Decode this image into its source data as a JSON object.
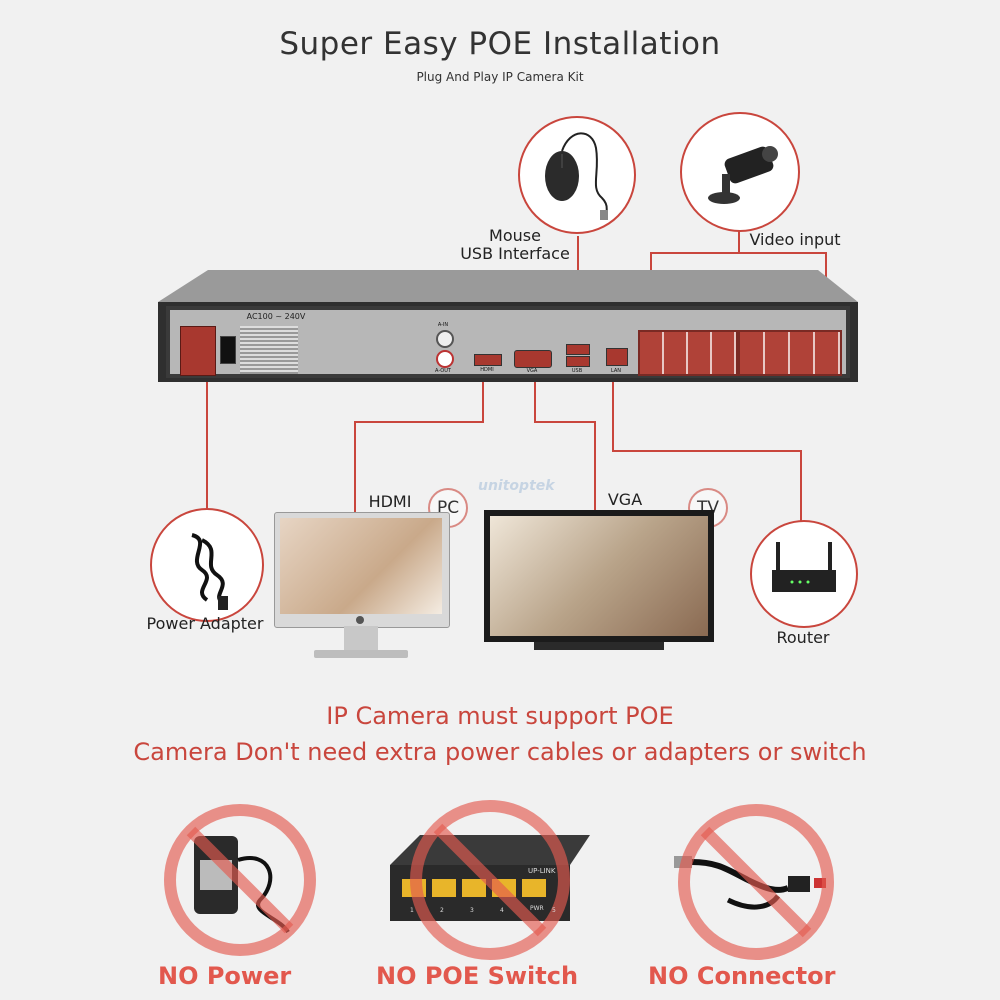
{
  "header": {
    "title": "Super Easy POE Installation",
    "subtitle": "Plug And Play IP Camera Kit"
  },
  "labels": {
    "mouse": "Mouse",
    "usb": "USB Interface",
    "video_input": "Video input",
    "hdmi": "HDMI",
    "vga": "VGA",
    "pc_badge": "PC",
    "tv_badge": "TV",
    "power_adapter": "Power Adapter",
    "router": "Router",
    "brand_watermark": "unitoptek"
  },
  "nvr_panel": {
    "power_rating": "AC100 ~ 240V",
    "audio_in": "A-IN",
    "audio_out": "A-OUT",
    "hdmi_port": "HDMI",
    "vga_port": "VGA",
    "usb_port": "USB",
    "lan_port": "LAN"
  },
  "notice": {
    "line1": "IP Camera must support POE",
    "line2": "Camera Don't need extra power cables or adapters or switch"
  },
  "no_items": {
    "power": "NO Power",
    "poe_switch": "NO POE Switch",
    "connector": "NO Connector"
  },
  "switch_panel": {
    "uplink": "UP-LINK",
    "pwr": "PWR",
    "ports": [
      "1",
      "2",
      "3",
      "4",
      "5"
    ]
  },
  "colors": {
    "accent_red": "#c9463d",
    "no_red": "#e2584d"
  }
}
